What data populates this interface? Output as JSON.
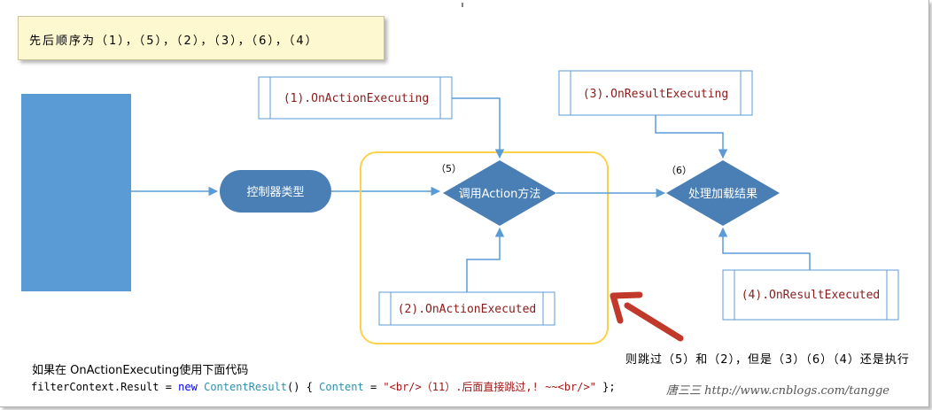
{
  "note": "先后顺序为（1），（5），（2），（3），（6），（4）",
  "nodes": {
    "controller_type": "控制器类型",
    "invoke_action": "调用Action方法",
    "handle_result": "处理加载结果",
    "on_action_executing": "(1).OnActionExecuting",
    "on_action_executed": "(2).OnActionExecuted",
    "on_result_executing": "(3).OnResultExecuting",
    "on_result_executed": "(4).OnResultExecuted",
    "step5_label": "（5）",
    "step6_label": "（6）"
  },
  "caption": "如果在 OnActionExecuting使用下面代码",
  "code": {
    "part1": "filterContext.Result = ",
    "kw_new": "new",
    "space": " ",
    "type": "ContentResult",
    "part2": "() { ",
    "prop": "Content",
    "part3": " = ",
    "string": "\"<br/>（11）.后面直接跳过,! ~~<br/>\"",
    "part4": " };"
  },
  "skip_note": "则跳过（5）和（2），但是（3）（6）（4）还是执行",
  "watermark": "唐三三 http://www.cnblogs.com/tangge",
  "colors": {
    "flow_blue": "#4a7fb5",
    "arrow_blue": "#5b9bd5",
    "rect_blue": "#5b9bd5",
    "highlight_yellow": "#fcd24b",
    "big_arrow_red": "#c0392b",
    "box_text": "#8b1a1a"
  }
}
